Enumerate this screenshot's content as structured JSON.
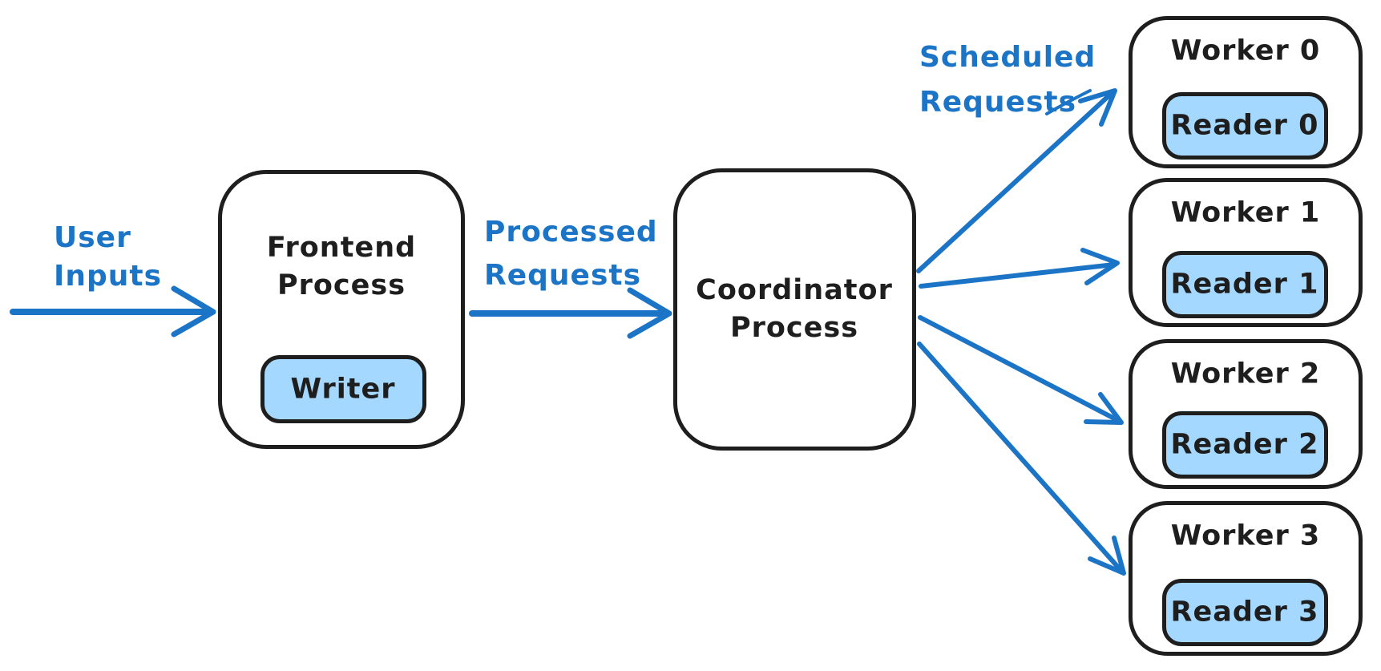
{
  "palette": {
    "ink": "#1e1e1e",
    "arrow_blue": "#1b74c5",
    "chip_fill": "#a5d8ff",
    "node_fill": "#ffffff",
    "background": "#ffffff"
  },
  "flow_labels": {
    "user_inputs": {
      "line1": "User",
      "line2": "Inputs"
    },
    "processed_requests": {
      "line1": "Processed",
      "line2": "Requests"
    },
    "scheduled_requests": {
      "line1": "Scheduled",
      "line2": "Requests"
    }
  },
  "nodes": {
    "frontend": {
      "title_line1": "Frontend",
      "title_line2": "Process",
      "child_label": "Writer"
    },
    "coordinator": {
      "title_line1": "Coordinator",
      "title_line2": "Process"
    },
    "workers": [
      {
        "title": "Worker 0",
        "reader_label": "Reader 0"
      },
      {
        "title": "Worker 1",
        "reader_label": "Reader 1"
      },
      {
        "title": "Worker 2",
        "reader_label": "Reader 2"
      },
      {
        "title": "Worker 3",
        "reader_label": "Reader 3"
      }
    ]
  }
}
